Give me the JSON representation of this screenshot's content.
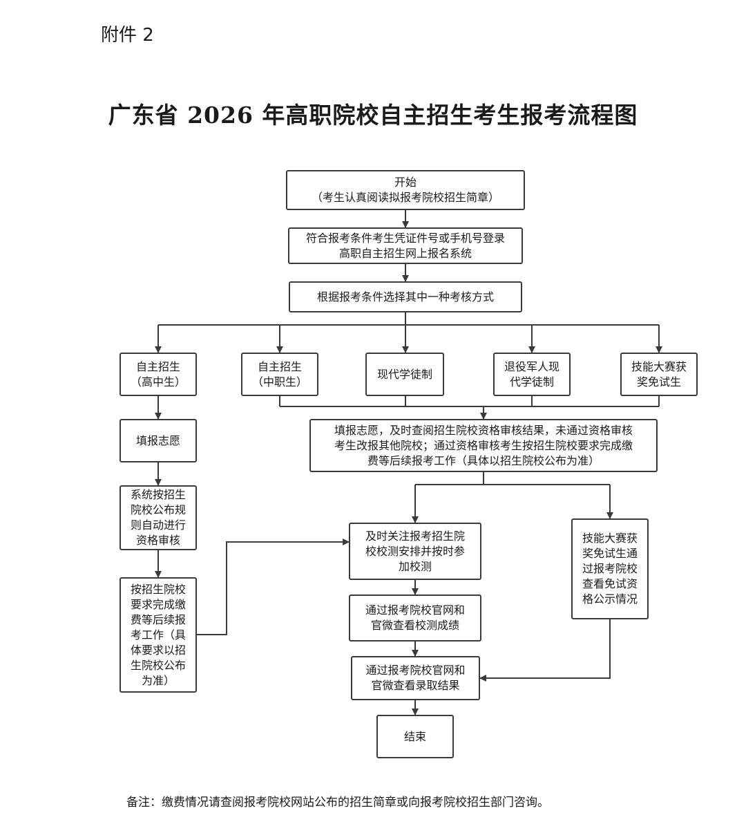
{
  "header": {
    "attachment_label": "附件 2",
    "title": "广东省 2026 年高职院校自主招生考生报考流程图"
  },
  "nodes": {
    "start": [
      "开始",
      "（考生认真阅读拟报考院校招生简章）"
    ],
    "login": [
      "符合报考条件考生凭证件号或手机号登录",
      "高职自主招生网上报名系统"
    ],
    "choose": [
      "根据报考条件选择其中一种考核方式"
    ],
    "high_school": [
      "自主招生",
      "（高中生）"
    ],
    "vocational": [
      "自主招生",
      "（中职生）"
    ],
    "apprentice": [
      "现代学徒制"
    ],
    "veteran": [
      "退役军人现",
      "代学徒制"
    ],
    "skills": [
      "技能大赛获",
      "奖免试生"
    ],
    "fill_left": [
      "填报志愿"
    ],
    "fill_right": [
      "填报志愿，及时查阅招生院校资格审核结果，未通过资格审核",
      "考生改报其他院校；通过资格审核考生按招生院校要求完成缴",
      "费等后续报考工作（具体以招生院校公布为准）"
    ],
    "auto_review": [
      "系统按招生",
      "院校公布规",
      "则自动进行",
      "资格审核"
    ],
    "pay_left": [
      "按招生院校",
      "要求完成缴",
      "费等后续报",
      "考工作（具",
      "体要求以招",
      "生院校公布",
      "为准）"
    ],
    "attend_test": [
      "及时关注报考招生院",
      "校校测安排并按时参",
      "加校测"
    ],
    "exempt": [
      "技能大赛获",
      "奖免试生通",
      "过报考院校",
      "查看免试资",
      "格公示情况"
    ],
    "test_result": [
      "通过报考院校官网和",
      "官微查看校测成绩"
    ],
    "admission": [
      "通过报考院校官网和",
      "官微查看录取结果"
    ],
    "end": [
      "结束"
    ]
  },
  "footer": {
    "note": "备注：缴费情况请查阅报考院校网站公布的招生简章或向报考院校招生部门咨询。"
  },
  "colors": {
    "line": "#3a3a3a",
    "text": "#1a1a1a"
  }
}
